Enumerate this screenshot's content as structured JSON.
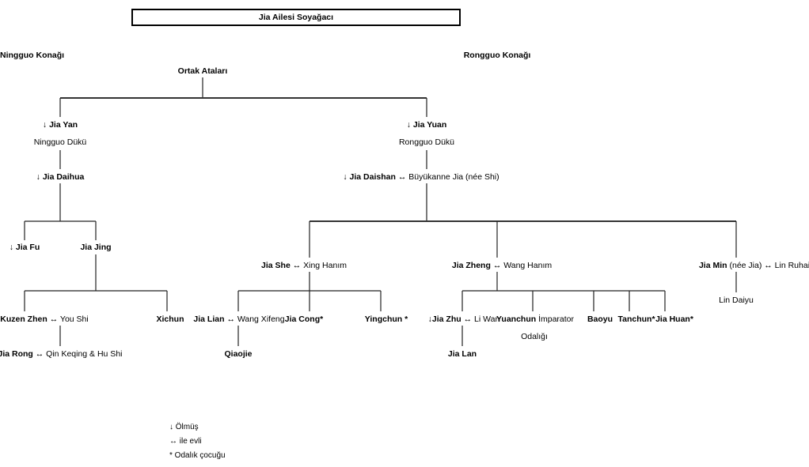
{
  "title": "Jia Ailesi Soyağacı",
  "houses": {
    "ningguo": "Ningguo Konağı",
    "rongguo": "Rongguo Konağı"
  },
  "root": "Ortak Ataları",
  "symbols": {
    "deceased": "↓",
    "married": "↔",
    "concubine_child": "*"
  },
  "nodes": {
    "jia_yan": {
      "name": "↓ Jia Yan",
      "title": "Ningguo Dükü"
    },
    "jia_daihua": {
      "name": "↓ Jia Daihua"
    },
    "jia_fu": {
      "name": "↓ Jia Fu"
    },
    "jia_jing": {
      "name": "Jia Jing"
    },
    "kuzen_zhen": {
      "name": "Kuzen Zhen",
      "spouse": "↔ You Shi"
    },
    "xichun": {
      "name": "Xichun"
    },
    "jia_rong": {
      "name": "Jia Rong",
      "spouse": "↔ Qin Keqing & Hu Shi"
    },
    "jia_yuan": {
      "name": "↓ Jia Yuan",
      "title": "Rongguo Dükü"
    },
    "jia_daishan": {
      "name": "↓ Jia Daishan",
      "spouse": "↔ Büyükanne Jia (née Shi)"
    },
    "jia_she": {
      "name": "Jia She",
      "spouse": "↔ Xing Hanım"
    },
    "jia_zheng": {
      "name": "Jia Zheng",
      "spouse": "↔ Wang Hanım"
    },
    "jia_min": {
      "name": "Jia Min",
      "note": "(née Jia)",
      "spouse": "↔ Lin Ruhai"
    },
    "jia_lian": {
      "name": "Jia Lian",
      "spouse": "↔ Wang Xifeng"
    },
    "jia_cong": {
      "name": "Jia Cong*"
    },
    "yingchun": {
      "name": "Yingchun *"
    },
    "qiaojie": {
      "name": "Qiaojie"
    },
    "jia_zhu": {
      "name": "↓Jia Zhu",
      "spouse": "↔ Li Wan"
    },
    "yuanchun": {
      "name": "Yuanchun",
      "title_line1": "İmparator",
      "title_line2": "Odalığı"
    },
    "baoyu": {
      "name": "Baoyu"
    },
    "tanchun": {
      "name": "Tanchun*"
    },
    "jia_huan": {
      "name": "Jia Huan*"
    },
    "jia_lan": {
      "name": "Jia Lan"
    },
    "lin_daiyu": {
      "name": "Lin Daiyu"
    }
  },
  "legend": [
    "↓ Ölmüş",
    "↔ ile evli",
    "* Odalık çocuğu"
  ]
}
